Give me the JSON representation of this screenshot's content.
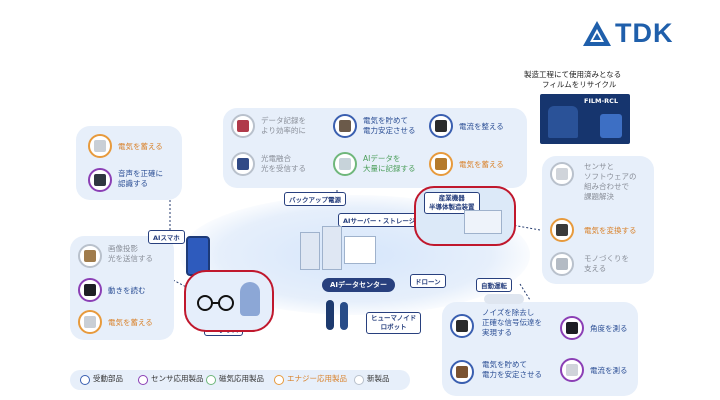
{
  "logo": {
    "text": "TDK"
  },
  "recycle": {
    "caption_line1": "製造工程にて使用済みとなる",
    "caption_line2": "フィルムをリサイクル",
    "badge": "FILM-RCL"
  },
  "hub_labels": {
    "smartphone": "AIスマホ",
    "ar_glass": "ARグラス",
    "backup": "バックアップ電源",
    "ai_server": "AIサーバー・ストレージ",
    "data_center": "AIデータセンター",
    "industrial": "産業機器\n半導体製造装置",
    "drone": "ドローン",
    "auto": "自動運転",
    "humanoid": "ヒューマノイド\nロボット"
  },
  "phone_panel": [
    {
      "text": "電気を蓄える",
      "color": "orange",
      "ring": "o"
    },
    {
      "text": "音声を正確に\n認識する",
      "color": "blue",
      "ring": "p"
    }
  ],
  "ar_panel": [
    {
      "text": "画像投影\n光を送信する",
      "color": "gray",
      "ring": "n"
    },
    {
      "text": "動きを読む",
      "color": "blue",
      "ring": "p"
    },
    {
      "text": "電気を蓄える",
      "color": "orange",
      "ring": "o"
    }
  ],
  "dc_panel": [
    {
      "text": "データ記録を\nより効率的に",
      "color": "gray",
      "ring": "n"
    },
    {
      "text": "電気を貯めて\n電力安定させる",
      "color": "blue",
      "ring": "b"
    },
    {
      "text": "電流を整える",
      "color": "blue",
      "ring": "b"
    },
    {
      "text": "光電融合\n光を受信する",
      "color": "gray",
      "ring": "n"
    },
    {
      "text": "AIデータを\n大量に記録する",
      "color": "green",
      "ring": "g"
    },
    {
      "text": "電気を蓄える",
      "color": "orange",
      "ring": "o"
    }
  ],
  "industry_panel": [
    {
      "text": "センサと\nソフトウェアの\n組み合わせで\n課題解決",
      "color": "gray",
      "ring": "n"
    },
    {
      "text": "電気を変換する",
      "color": "orange",
      "ring": "o"
    },
    {
      "text": "モノづくりを\n支える",
      "color": "gray",
      "ring": "n"
    }
  ],
  "auto_panel": [
    {
      "text": "ノイズを除去し\n正確な信号伝達を\n実現する",
      "color": "blue",
      "ring": "b"
    },
    {
      "text": "角度を測る",
      "color": "blue",
      "ring": "p"
    },
    {
      "text": "電気を貯めて\n電力を安定させる",
      "color": "blue",
      "ring": "b"
    },
    {
      "text": "電流を測る",
      "color": "blue",
      "ring": "p"
    }
  ],
  "legend": [
    {
      "label": "受動部品",
      "color": "#3a5fb0"
    },
    {
      "label": "センサ応用製品",
      "color": "#8b3fb5"
    },
    {
      "label": "磁気応用製品",
      "color": "#6fb77b"
    },
    {
      "label": "エナジー応用製品",
      "color": "#e79a3c"
    },
    {
      "label": "新製品",
      "color": "#b9c1cc"
    }
  ]
}
